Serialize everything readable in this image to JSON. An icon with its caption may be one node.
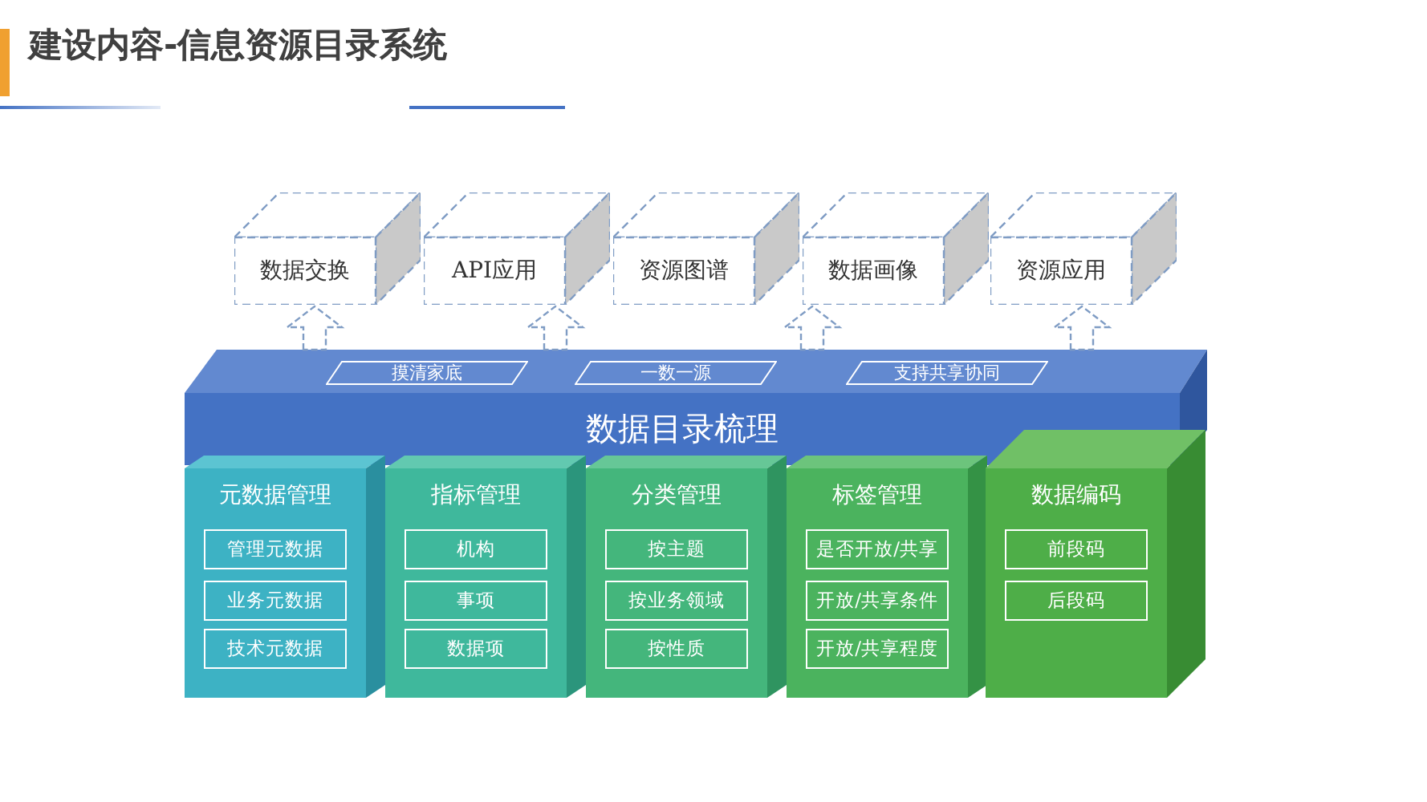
{
  "diagram": {
    "title": "**建设内容**-信息资源目录系统",
    "nodes": [
      {
        "text": [
          "数据交换"
        ]
      },
      {
        "text": [
          "API应用"
        ]
      },
      {
        "text": [
          "资源图谱"
        ]
      },
      {
        "text": [
          "数据画像"
        ]
      },
      {
        "text": [
          "资源应用"
        ]
      },
      {
        "text": [
          "数据目录梳理"
        ]
      },
      {
        "text": [
          "摸清家底"
        ],
        "in": 5
      },
      {
        "text": [
          "一数一源"
        ],
        "in": 5
      },
      {
        "text": [
          "支持共享协同"
        ],
        "in": 5
      },
      {
        "text": [
          "元数据管理"
        ]
      },
      {
        "text": [
          "管理元数据"
        ],
        "in": 9
      },
      {
        "text": [
          "业务元数据"
        ],
        "in": 9
      },
      {
        "text": [
          "技术元数据"
        ],
        "in": 9
      },
      {
        "text": [
          "指标管理"
        ]
      },
      {
        "text": [
          "机构"
        ],
        "in": 13
      },
      {
        "text": [
          "事项"
        ],
        "in": 13
      },
      {
        "text": [
          "数据项"
        ],
        "in": 13
      },
      {
        "text": [
          "分类管理"
        ]
      },
      {
        "text": [
          "按主题"
        ],
        "in": 17
      },
      {
        "text": [
          "按业务领域"
        ],
        "in": 17
      },
      {
        "text": [
          "按性质"
        ],
        "in": 17
      },
      {
        "text": [
          "标签管理"
        ]
      },
      {
        "text": [
          "是否开放/共享"
        ],
        "in": 21
      },
      {
        "text": [
          "开放/共享条件"
        ],
        "in": 21
      },
      {
        "text": [
          "开放/共享程度"
        ],
        "in": 21
      },
      {
        "text": [
          "数据编码"
        ]
      },
      {
        "text": [
          "前段码"
        ],
        "in": 25
      },
      {
        "text": [
          "后段码"
        ],
        "in": 25
      }
    ],
    "edges": [
      {
        "from": 5,
        "to": 0,
        "arrow": "to"
      },
      {
        "from": 5,
        "to": 1,
        "arrow": "to"
      },
      {
        "from": 5,
        "to": 3,
        "arrow": "to"
      },
      {
        "from": 5,
        "to": 4,
        "arrow": "to"
      }
    ]
  }
}
